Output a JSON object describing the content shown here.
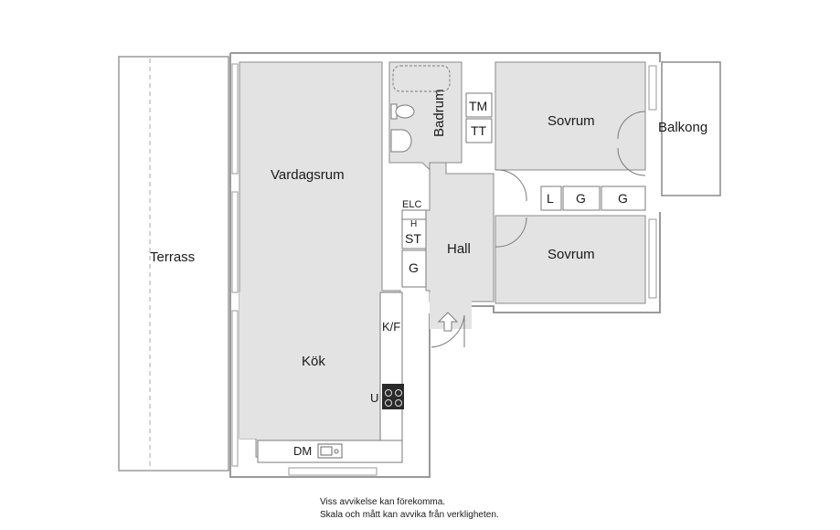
{
  "rooms": {
    "terrace": "Terrass",
    "living_room": "Vardagsrum",
    "kitchen": "Kök",
    "hall": "Hall",
    "bathroom": "Badrum",
    "bedroom_1": "Sovrum",
    "bedroom_2": "Sovrum",
    "balcony": "Balkong"
  },
  "fixtures": {
    "tm": "TM",
    "tt": "TT",
    "elc": "ELC",
    "h": "H",
    "st": "ST",
    "g_hall": "G",
    "kf": "K/F",
    "u": "U",
    "dm": "DM",
    "wardrobe_l": "L",
    "wardrobe_g1": "G",
    "wardrobe_g2": "G"
  },
  "disclaimer": {
    "line1": "Viss avvikelse kan förekomma.",
    "line2": "Skala och mått kan avvika från verkligheten."
  },
  "colors": {
    "floor": "#e3e3e3",
    "wall": "#9a9a9a",
    "background": "#ffffff"
  }
}
